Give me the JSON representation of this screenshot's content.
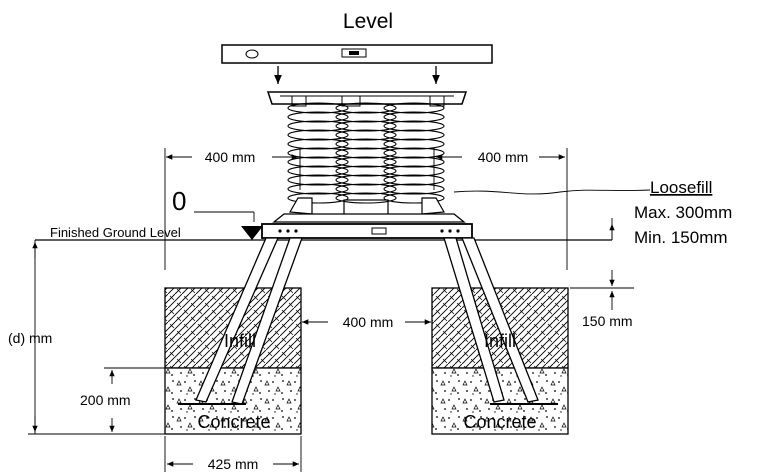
{
  "labels": {
    "level": "Level",
    "zero": "0",
    "finished_ground_level": "Finished Ground Level",
    "loosefill_title": "Loosefill",
    "loosefill_max": "Max. 300mm",
    "loosefill_min": "Min. 150mm",
    "dim_left_top": "400 mm",
    "dim_right_top": "400 mm",
    "dim_middle": "400 mm",
    "dim_150": "150 mm",
    "dim_d": "(d) mm",
    "dim_200": "200 mm",
    "dim_425": "425 mm",
    "infill_left": "Infill",
    "infill_right": "Infill",
    "concrete_left": "Concrete",
    "concrete_right": "Concrete"
  }
}
